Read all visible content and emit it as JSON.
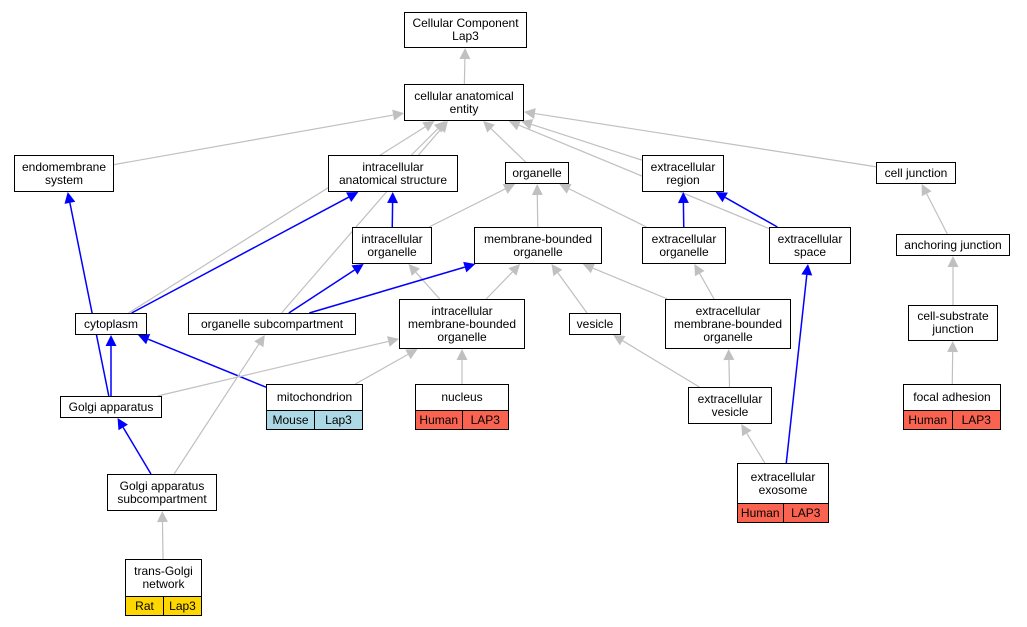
{
  "colors": {
    "inferred_edge": "#c0c0c0",
    "direct_edge": "#0000ff",
    "human": "#fa634f",
    "mouse": "#add8e6",
    "rat": "#ffd700"
  },
  "nodes": {
    "root": {
      "lines": [
        "Cellular Component",
        "Lap3"
      ]
    },
    "cae": {
      "lines": [
        "cellular anatomical",
        "entity"
      ]
    },
    "endo": {
      "lines": [
        "endomembrane",
        "system"
      ]
    },
    "ias": {
      "lines": [
        "intracellular",
        "anatomical structure"
      ]
    },
    "organelle": {
      "lines": [
        "organelle"
      ]
    },
    "exreg": {
      "lines": [
        "extracellular",
        "region"
      ]
    },
    "celljunc": {
      "lines": [
        "cell junction"
      ]
    },
    "intorg": {
      "lines": [
        "intracellular",
        "organelle"
      ]
    },
    "mbo": {
      "lines": [
        "membrane-bounded",
        "organelle"
      ]
    },
    "exorg": {
      "lines": [
        "extracellular",
        "organelle"
      ]
    },
    "exspace": {
      "lines": [
        "extracellular",
        "space"
      ]
    },
    "anchor": {
      "lines": [
        "anchoring junction"
      ]
    },
    "cyto": {
      "lines": [
        "cytoplasm"
      ]
    },
    "orgsub": {
      "lines": [
        "organelle subcompartment"
      ]
    },
    "imbo": {
      "lines": [
        "intracellular",
        "membrane-bounded",
        "organelle"
      ]
    },
    "vesicle": {
      "lines": [
        "vesicle"
      ]
    },
    "embo": {
      "lines": [
        "extracellular",
        "membrane-bounded",
        "organelle"
      ]
    },
    "csj": {
      "lines": [
        "cell-substrate",
        "junction"
      ]
    },
    "golgi": {
      "lines": [
        "Golgi apparatus"
      ]
    },
    "mito": {
      "lines": [
        "mitochondrion"
      ],
      "tags": [
        {
          "text": "Mouse",
          "kind": "mouse"
        },
        {
          "text": "Lap3",
          "kind": "mouse"
        }
      ]
    },
    "nucleus": {
      "lines": [
        "nucleus"
      ],
      "tags": [
        {
          "text": "Human",
          "kind": "human"
        },
        {
          "text": "LAP3",
          "kind": "human"
        }
      ]
    },
    "exves": {
      "lines": [
        "extracellular",
        "vesicle"
      ]
    },
    "focal": {
      "lines": [
        "focal adhesion"
      ],
      "tags": [
        {
          "text": "Human",
          "kind": "human"
        },
        {
          "text": "LAP3",
          "kind": "human"
        }
      ]
    },
    "gas": {
      "lines": [
        "Golgi apparatus",
        "subcompartment"
      ]
    },
    "exo": {
      "lines": [
        "extracellular",
        "exosome"
      ],
      "tags": [
        {
          "text": "Human",
          "kind": "human"
        },
        {
          "text": "LAP3",
          "kind": "human"
        }
      ]
    },
    "tgn": {
      "lines": [
        "trans-Golgi",
        "network"
      ],
      "tags": [
        {
          "text": "Rat",
          "kind": "rat"
        },
        {
          "text": "Lap3",
          "kind": "rat"
        }
      ]
    }
  },
  "edges": [
    {
      "from": "cae",
      "to": "root",
      "kind": "inferred"
    },
    {
      "from": "endo",
      "to": "cae",
      "kind": "inferred"
    },
    {
      "from": "ias",
      "to": "cae",
      "kind": "inferred"
    },
    {
      "from": "organelle",
      "to": "cae",
      "kind": "inferred"
    },
    {
      "from": "exreg",
      "to": "cae",
      "kind": "inferred"
    },
    {
      "from": "celljunc",
      "to": "cae",
      "kind": "inferred"
    },
    {
      "from": "cyto",
      "to": "cae",
      "kind": "inferred"
    },
    {
      "from": "orgsub",
      "to": "cae",
      "kind": "inferred"
    },
    {
      "from": "exspace",
      "to": "cae",
      "kind": "inferred"
    },
    {
      "from": "intorg",
      "to": "ias",
      "kind": "direct"
    },
    {
      "from": "cyto",
      "to": "ias",
      "kind": "direct"
    },
    {
      "from": "intorg",
      "to": "organelle",
      "kind": "inferred"
    },
    {
      "from": "mbo",
      "to": "organelle",
      "kind": "inferred"
    },
    {
      "from": "exorg",
      "to": "organelle",
      "kind": "inferred"
    },
    {
      "from": "exorg",
      "to": "exreg",
      "kind": "direct"
    },
    {
      "from": "exspace",
      "to": "exreg",
      "kind": "direct"
    },
    {
      "from": "anchor",
      "to": "celljunc",
      "kind": "inferred"
    },
    {
      "from": "orgsub",
      "to": "intorg",
      "kind": "direct"
    },
    {
      "from": "imbo",
      "to": "intorg",
      "kind": "inferred"
    },
    {
      "from": "orgsub",
      "to": "mbo",
      "kind": "direct"
    },
    {
      "from": "imbo",
      "to": "mbo",
      "kind": "inferred"
    },
    {
      "from": "vesicle",
      "to": "mbo",
      "kind": "inferred"
    },
    {
      "from": "embo",
      "to": "mbo",
      "kind": "inferred"
    },
    {
      "from": "embo",
      "to": "exorg",
      "kind": "inferred"
    },
    {
      "from": "exo",
      "to": "exspace",
      "kind": "direct"
    },
    {
      "from": "csj",
      "to": "anchor",
      "kind": "inferred"
    },
    {
      "from": "golgi",
      "to": "endo",
      "kind": "direct"
    },
    {
      "from": "golgi",
      "to": "cyto",
      "kind": "direct"
    },
    {
      "from": "mito",
      "to": "cyto",
      "kind": "direct"
    },
    {
      "from": "gas",
      "to": "orgsub",
      "kind": "inferred"
    },
    {
      "from": "golgi",
      "to": "imbo",
      "kind": "inferred"
    },
    {
      "from": "mito",
      "to": "imbo",
      "kind": "inferred"
    },
    {
      "from": "nucleus",
      "to": "imbo",
      "kind": "inferred"
    },
    {
      "from": "exves",
      "to": "vesicle",
      "kind": "inferred"
    },
    {
      "from": "exves",
      "to": "embo",
      "kind": "inferred"
    },
    {
      "from": "focal",
      "to": "csj",
      "kind": "inferred"
    },
    {
      "from": "gas",
      "to": "golgi",
      "kind": "direct"
    },
    {
      "from": "exo",
      "to": "exves",
      "kind": "inferred"
    },
    {
      "from": "tgn",
      "to": "gas",
      "kind": "inferred"
    }
  ]
}
